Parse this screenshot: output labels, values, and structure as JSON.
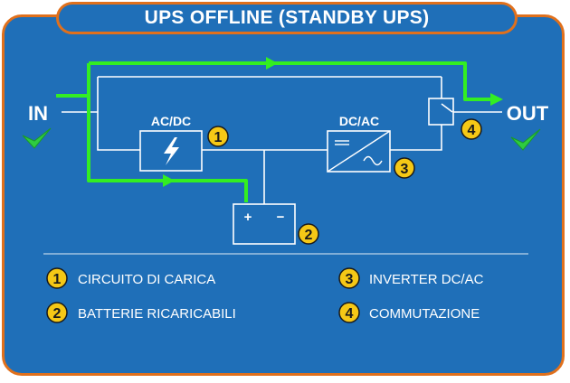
{
  "title": "UPS OFFLINE (STANDBY UPS)",
  "labels": {
    "in": "IN",
    "out": "OUT",
    "acdc": "AC/DC",
    "dcac": "DC/AC",
    "plus": "+",
    "minus": "−"
  },
  "badges": [
    "1",
    "2",
    "3",
    "4"
  ],
  "legend": [
    {
      "num": "1",
      "text": "CIRCUITO DI CARICA"
    },
    {
      "num": "2",
      "text": "BATTERIE RICARICABILI"
    },
    {
      "num": "3",
      "text": "INVERTER DC/AC"
    },
    {
      "num": "4",
      "text": "COMMUTAZIONE"
    }
  ],
  "colors": {
    "background": "#1f6fb8",
    "border": "#e0701c",
    "power_path": "#33ee22",
    "badge": "#f5c816",
    "check": "#2ecc40"
  },
  "icons": [
    "check-icon-in",
    "check-icon-out",
    "lightning-icon",
    "sine-wave-icon"
  ]
}
